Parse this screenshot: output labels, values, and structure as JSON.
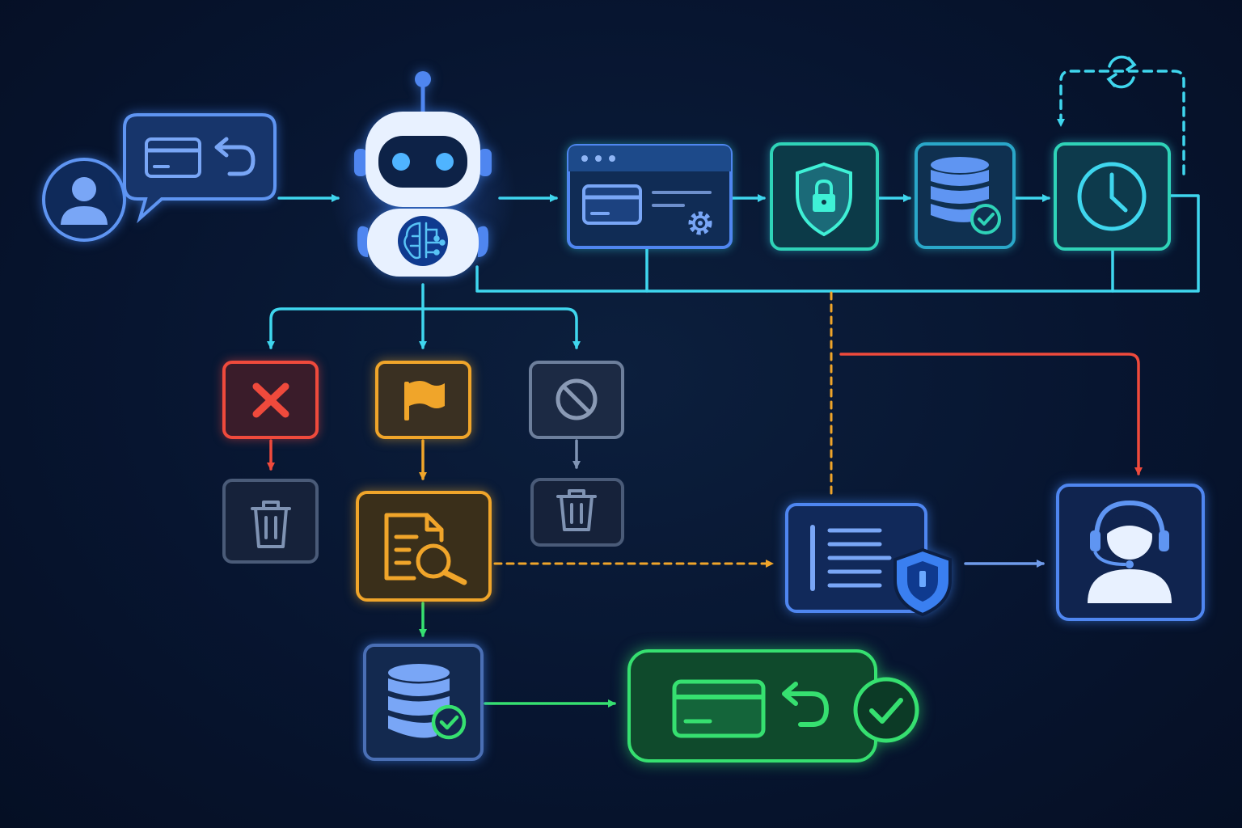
{
  "colors": {
    "background": "#071530",
    "cyan": "#3fd6ee",
    "teal": "#2fd3b8",
    "blue": "#4f86f0",
    "light_blue": "#6aa8ff",
    "orange": "#f0a52a",
    "red": "#ef4a3c",
    "green": "#36e070",
    "gray": "#6d7f9c",
    "robot_white": "#e8f1ff"
  },
  "nodes": [
    {
      "id": "customer",
      "icon": "user-avatar-icon"
    },
    {
      "id": "refund-request",
      "icon": "credit-card-refund-icon"
    },
    {
      "id": "ai-agent",
      "icon": "robot-brain-icon"
    },
    {
      "id": "payment-portal",
      "icon": "browser-card-settings-icon"
    },
    {
      "id": "security-check",
      "icon": "shield-lock-icon"
    },
    {
      "id": "database-verified",
      "icon": "database-check-icon"
    },
    {
      "id": "scheduled-retry",
      "icon": "clock-icon"
    },
    {
      "id": "rejected",
      "icon": "x-mark-icon"
    },
    {
      "id": "flagged",
      "icon": "flag-icon"
    },
    {
      "id": "blocked",
      "icon": "prohibited-icon"
    },
    {
      "id": "discard-rejected",
      "icon": "trash-icon"
    },
    {
      "id": "discard-blocked",
      "icon": "trash-icon"
    },
    {
      "id": "manual-review",
      "icon": "document-search-icon"
    },
    {
      "id": "audit-log",
      "icon": "document-shield-icon"
    },
    {
      "id": "support-agent",
      "icon": "headset-agent-icon"
    },
    {
      "id": "records-updated",
      "icon": "database-check-icon"
    },
    {
      "id": "refund-completed",
      "icon": "credit-card-refund-success-icon"
    }
  ]
}
